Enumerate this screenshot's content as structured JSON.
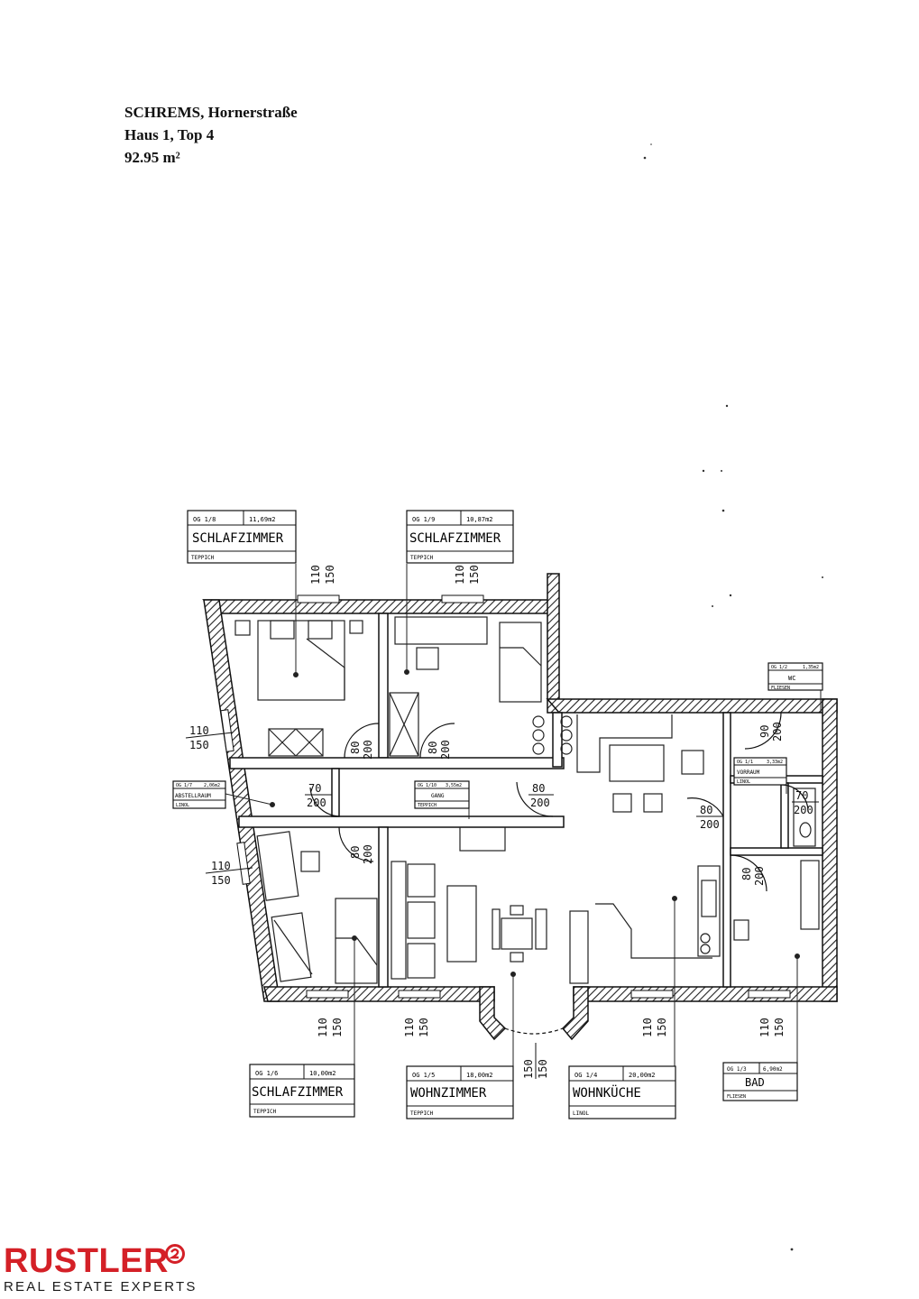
{
  "header": {
    "line1": "SCHREMS, Hornerstraße",
    "line2": "Haus 1, Top 4",
    "line3": "92.95 m²"
  },
  "rooms": {
    "schlaf1": {
      "code": "OG 1/8",
      "area": "11,69m2",
      "name": "SCHLAFZIMMER",
      "floor": "TEPPICH"
    },
    "schlaf2": {
      "code": "OG 1/9",
      "area": "10,87m2",
      "name": "SCHLAFZIMMER",
      "floor": "TEPPICH"
    },
    "wc": {
      "code": "OG 1/2",
      "area": "1,35m2",
      "name": "WC",
      "floor": "FLIESEN"
    },
    "vorraum": {
      "code": "OG 1/1",
      "area": "3,33m2",
      "name": "VORRAUM",
      "floor": "LINOL"
    },
    "abstell": {
      "code": "OG 1/7",
      "area": "2,06m2",
      "name": "ABSTELLRAUM",
      "floor": "LINOL"
    },
    "gang": {
      "code": "OG 1/10",
      "area": "3,55m2",
      "name": "GANG",
      "floor": "TEPPICH"
    },
    "schlaf3": {
      "code": "OG 1/6",
      "area": "10,00m2",
      "name": "SCHLAFZIMMER",
      "floor": "TEPPICH"
    },
    "wohn": {
      "code": "OG 1/5",
      "area": "18,00m2",
      "name": "WOHNZIMMER",
      "floor": "TEPPICH"
    },
    "kueche": {
      "code": "OG 1/4",
      "area": "20,00m2",
      "name": "WOHNKÜCHE",
      "floor": "LINOL"
    },
    "bad": {
      "code": "OG 1/3",
      "area": "6,90m2",
      "name": "BAD",
      "floor": "FLIESEN"
    }
  },
  "dims": {
    "w110": "110",
    "h150": "150",
    "d80": "80",
    "d70": "70",
    "d90": "90",
    "d200": "200",
    "bay150a": "150",
    "bay150b": "150"
  },
  "brand": {
    "name": "RUSTLER",
    "tagline": "REAL ESTATE EXPERTS",
    "color": "#d42027"
  }
}
